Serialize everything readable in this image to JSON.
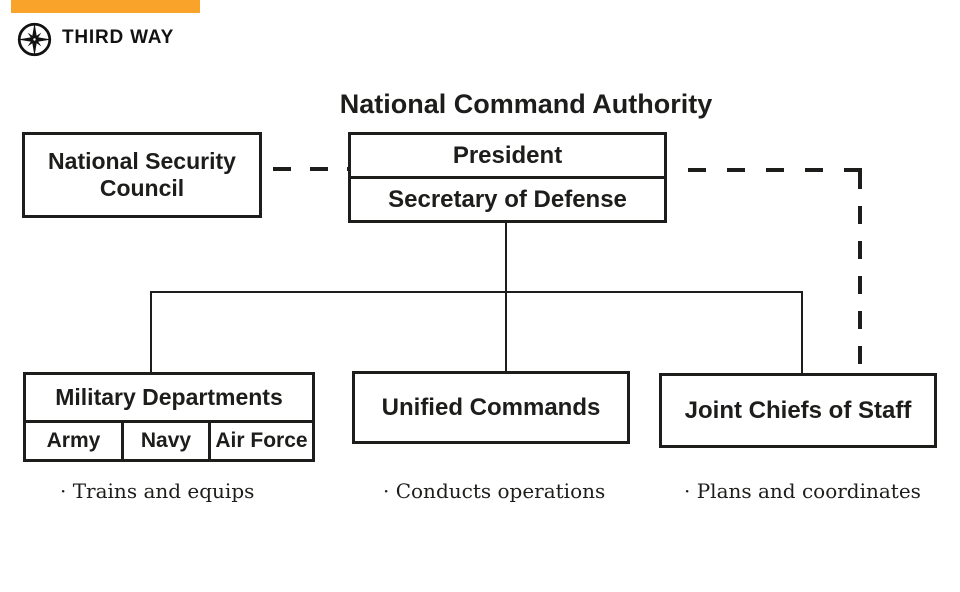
{
  "brand": {
    "name": "THIRD WAY",
    "logo_icon": "compass-rose-icon",
    "accent_color": "#F9A32B"
  },
  "title": "National Command Authority",
  "nodes": {
    "nsc": {
      "line1": "National Security",
      "line2": "Council"
    },
    "nca": {
      "president": "President",
      "secretary": "Secretary of Defense"
    },
    "military": {
      "label": "Military Departments",
      "branches": [
        "Army",
        "Navy",
        "Air Force"
      ],
      "note": "· Trains and equips"
    },
    "unified": {
      "label": "Unified Commands",
      "note": "· Conducts operations"
    },
    "joint": {
      "label": "Joint Chiefs of Staff",
      "note": "· Plans and coordinates"
    }
  },
  "connections": {
    "dashed": [
      "National Security Council – National Command Authority",
      "National Command Authority – Joint Chiefs of Staff"
    ],
    "solid": [
      "Secretary of Defense – Military Departments",
      "Secretary of Defense – Unified Commands",
      "Secretary of Defense – Joint Chiefs of Staff"
    ]
  },
  "colors": {
    "accent": "#F9A32B",
    "ink": "#1D1D1B",
    "background": "#FFFFFF"
  }
}
